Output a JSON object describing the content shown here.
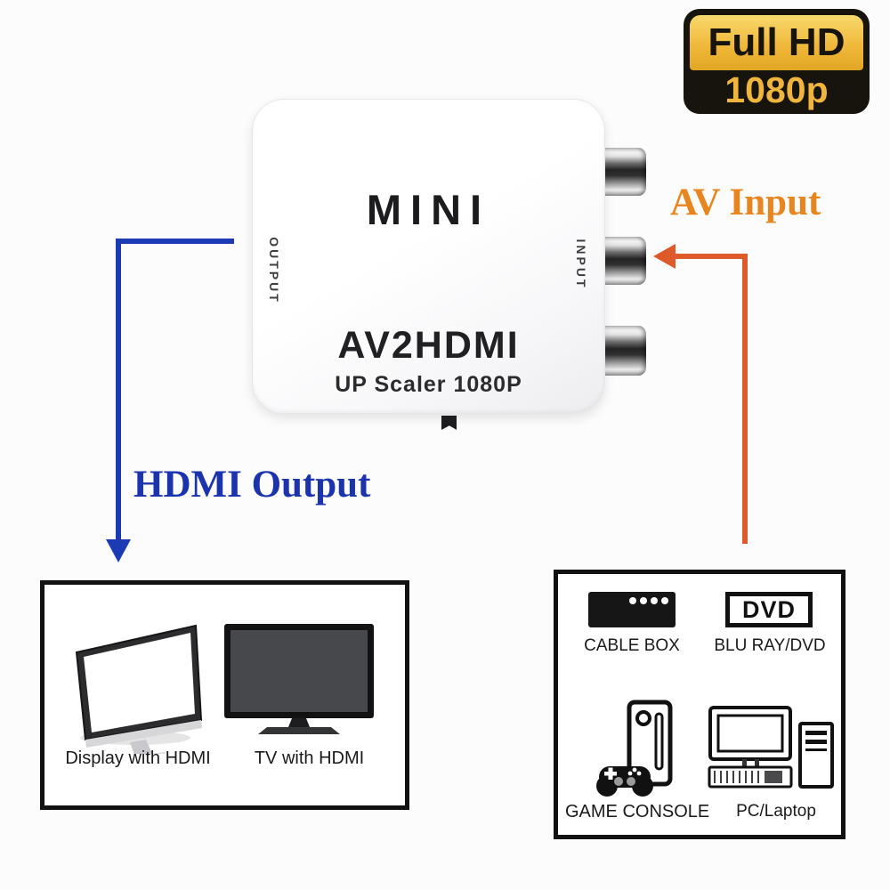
{
  "badge": {
    "title": "Full HD",
    "subtitle": "1080p",
    "gold_color": "#efb637",
    "black_color": "#17130d"
  },
  "device": {
    "brand": "MINI",
    "model": "AV2HDMI",
    "tagline": "UP Scaler 1080P",
    "output_side_label": "OUTPUT",
    "input_side_label": "INPUT",
    "rca_connector_count": 3,
    "body_color": "#ffffff",
    "text_color": "#1c1c1e"
  },
  "annotations": {
    "av_input": {
      "label": "AV Input",
      "text_color": "#e8851e",
      "arrow_color": "#df5a2b"
    },
    "hdmi_output": {
      "label": "HDMI Output",
      "text_color": "#1c33ae",
      "arrow_color": "#1d3ab5"
    }
  },
  "hdmi_devices_box": {
    "items": [
      {
        "label": "Display with HDMI",
        "icon": "desktop-monitor-icon"
      },
      {
        "label": "TV with HDMI",
        "icon": "tv-icon"
      }
    ]
  },
  "av_sources_box": {
    "items": [
      {
        "label": "CABLE BOX",
        "icon": "cable-box-icon"
      },
      {
        "label": "BLU RAY/DVD",
        "icon": "dvd-logo-icon",
        "logo_text": "DVD"
      },
      {
        "label": "GAME CONSOLE",
        "icon": "game-console-icon"
      },
      {
        "label": "PC/Laptop",
        "icon": "pc-desktop-icon"
      }
    ]
  },
  "icons": {
    "rca-connector": "css-gradient-cylinder",
    "arrows": "css-triangle"
  }
}
